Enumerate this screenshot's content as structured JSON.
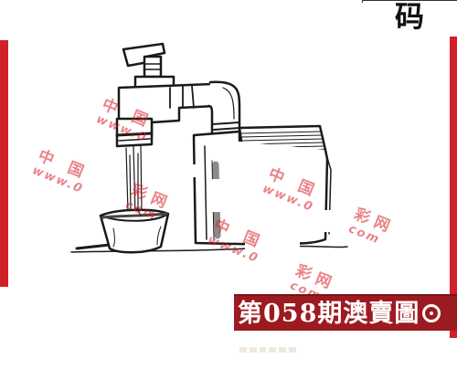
{
  "corner_character": "码",
  "watermarks": [
    {
      "cn": "中 国",
      "url": "www.0"
    },
    {
      "cn": "中 国",
      "url": "www.0"
    },
    {
      "cn": "中 国",
      "url": "www.0"
    },
    {
      "cn": "中 国",
      "url": "www.0"
    },
    {
      "cn": "彩网",
      "url": "com"
    },
    {
      "cn": "彩网",
      "url": "com"
    },
    {
      "cn": "彩网",
      "url": "com"
    }
  ],
  "banner": {
    "text": "第058期澳賣圖",
    "icon": "circle-dot-icon"
  },
  "colors": {
    "frame_red": "#d1202a",
    "banner_red": "#9c1b20",
    "watermark_red": "#d71e28"
  },
  "illustration": {
    "subject": "faucet-pipe-bucket-book-icon"
  }
}
